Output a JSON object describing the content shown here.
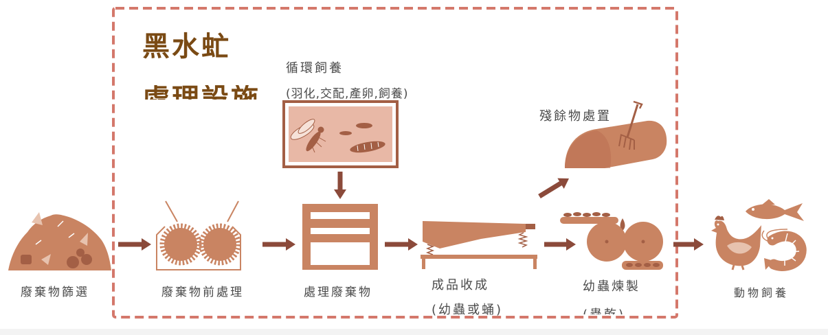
{
  "title": {
    "line1": "黑水虻",
    "line2": "處理設施"
  },
  "rearing": {
    "label": "循環飼養",
    "sub": "(羽化,交配,產卵,飼養)"
  },
  "residue": {
    "label": "殘餘物處置"
  },
  "steps": [
    {
      "label": "廢棄物篩選",
      "icon": "waste-pile-icon"
    },
    {
      "label": "廢棄物前處理",
      "icon": "crusher-icon"
    },
    {
      "label": "處理廢棄物",
      "icon": "tray-rack-icon"
    },
    {
      "label": "成品收成",
      "sub": "(幼蟲或蛹)",
      "icon": "sieve-icon"
    },
    {
      "label": "幼蟲煉製",
      "sub": "(蟲乾)",
      "icon": "roller-icon"
    },
    {
      "label": "動物飼養",
      "icon": "livestock-icon"
    }
  ],
  "colors": {
    "main": "#c98462",
    "dark": "#a35f45",
    "arrow": "#8b4a3a",
    "border": "#d4786b",
    "box": "#e8b8a6",
    "title": "#7a4a14",
    "label": "#4a4a4a",
    "light": "#e7c2ae"
  }
}
